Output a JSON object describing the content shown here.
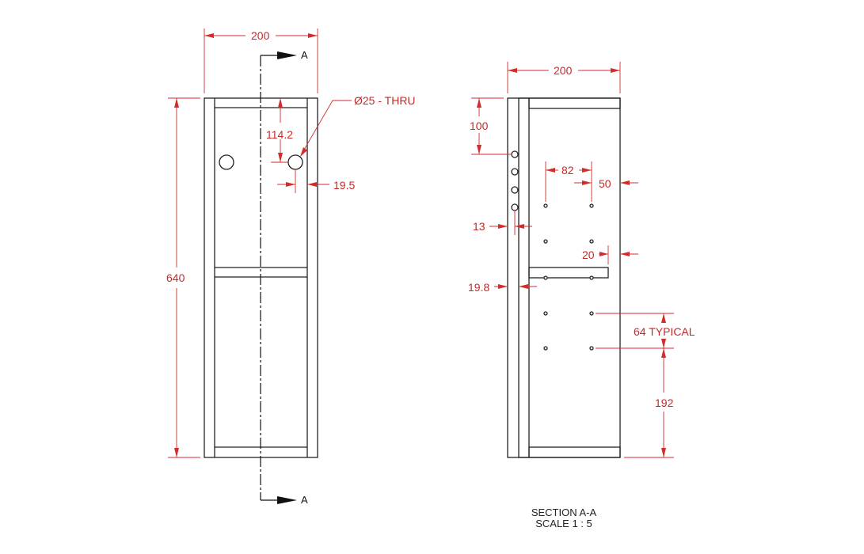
{
  "colors": {
    "dimension": "#d42b2b",
    "object": "#222222",
    "background": "#ffffff"
  },
  "front_view": {
    "width_dim": "200",
    "height_dim": "640",
    "hole_callout": "Ø25 - THRU",
    "hole_vertical_dim": "114.2",
    "hole_horizontal_dim": "19.5",
    "section_marker_top": "A",
    "section_marker_bottom": "A"
  },
  "section_view": {
    "width_dim": "200",
    "top_hole_dim": "100",
    "hole_spacing_dim": "82",
    "hole_edge_dim": "50",
    "back_hole_offset_dim": "13",
    "shelf_gap_dim": "20",
    "back_panel_dim": "19.8",
    "typical_spacing_dim": "64 TYPICAL",
    "bottom_hole_dim": "192",
    "title": "SECTION A-A",
    "scale": "SCALE 1 : 5"
  }
}
